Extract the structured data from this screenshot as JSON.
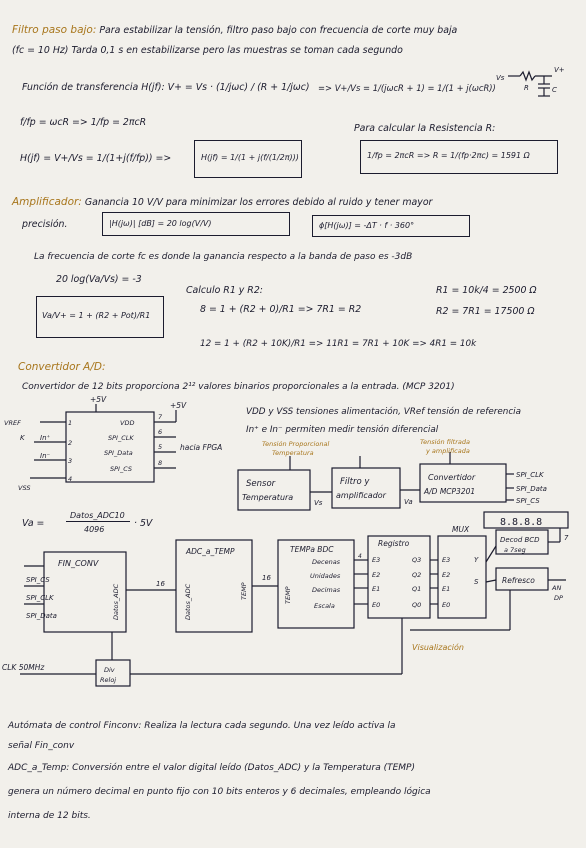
{
  "sections": {
    "filtro": {
      "heading": "Filtro paso bajo:",
      "intro1": "Para estabilizar la tensión, filtro paso bajo con frecuencia de corte muy baja",
      "intro2": "(fc = 10 Hz) Tarda 0,1 s en estabilizarse pero las muestras se toman cada segundo",
      "transfer_label": "Función de transferencia H(jf):",
      "transfer_eq": "V+ = Vs · (1/jωc) / (R + 1/jωc)",
      "transfer_eq2": "=> V+/Vs = 1/(jωcR + 1) = 1/(1 + j(ωcR))",
      "w_eq": "f/fp = ωcR => 1/fp = 2πcR",
      "h_eq": "H(jf) = V+/Vs = 1/(1+j(f/fp)) =>",
      "h_box": "H(jf) = 1/(1 + j(f/(1/2π)))",
      "calc_r_label": "Para calcular la Resistencia R:",
      "r_box": "1/fp = 2πcR => R = 1/(fp·2πc) = 1591 Ω",
      "rc_labels": [
        "Vs",
        "R",
        "C",
        "V+"
      ]
    },
    "amplificador": {
      "heading": "Amplificador:",
      "intro1": "Ganancia 10 V/V para minimizar los errores debido al ruido y tener mayor",
      "intro2": "precisión.",
      "gain_box": "|H(jω)| [dB] = 20 log(V/V)",
      "phase_box": "ϕ[H(jω)] = -ΔT · f · 360°",
      "freq_note": "La frecuencia de corte fc es donde la ganancia respecto a la banda de paso es -3dB",
      "log_eq": "20 log(Va/Vs) = -3",
      "va_box": "Va/V+ = 1 + (R2 + Pot)/R1",
      "calc_label": "Calculo R1 y R2:",
      "eq1": "8 = 1 + (R2 + 0)/R1 => 7R1 = R2",
      "eq2": "12 = 1 + (R2 + 10K)/R1 => 11R1 = 7R1 + 10K => 4R1 = 10k",
      "r1": "R1 = 10k/4 = 2500 Ω",
      "r2": "R2 = 7R1 = 17500 Ω"
    },
    "convertidor": {
      "heading": "Convertidor A/D:",
      "intro": "Convertidor de 12 bits proporciona 2¹² valores binarios proporcionales a la entrada. (MCP 3201)",
      "notes": [
        "VDD y VSS tensiones alimentación, VRef tensión de referencia",
        "In⁺ e In⁻ permiten medir tensión diferencial"
      ],
      "formula_lhs": "Va =",
      "formula_num": "Datos_ADC10",
      "formula_den": "4096",
      "formula_tail": "· 5V"
    },
    "footer": {
      "p1a": "Autómata de control Finconv: Realiza la lectura cada segundo. Una vez leído activa la",
      "p1b": "señal Fin_conv",
      "p2a": "ADC_a_Temp: Conversión entre el valor digital leído (Datos_ADC) y la Temperatura (TEMP)",
      "p2b": "genera un número decimal en punto fijo con 10 bits enteros y 6 decimales, empleando lógica",
      "p2c": "interna de 12 bits."
    }
  },
  "chip": {
    "supply_top": "+5V",
    "supply_right": "+5V",
    "pins_left": [
      {
        "n": "1",
        "label": "VREF"
      },
      {
        "n": "2",
        "label": "In⁺"
      },
      {
        "n": "3",
        "label": "In⁻"
      },
      {
        "n": "4",
        "label": "VSS"
      }
    ],
    "pins_right": [
      {
        "n": "7",
        "label": "VDD"
      },
      {
        "n": "6",
        "label": "SPI_CLK"
      },
      {
        "n": "5",
        "label": "SPI_Data"
      },
      {
        "n": "8",
        "label": "SPI_CS"
      }
    ],
    "fpga_note": "hacia FPGA",
    "k_label": "K",
    "vss_label": "VSS"
  },
  "signal_chain": {
    "sensor": [
      "Sensor",
      "Temperatura"
    ],
    "filter": [
      "Filtro y",
      "amplificador"
    ],
    "adc": [
      "Convertidor",
      "A/D MCP3201"
    ],
    "note_sensor": [
      "Tensión Proporcional",
      "Temperatura"
    ],
    "note_filter": [
      "Tensión filtrada",
      "y amplificada"
    ],
    "vs": "Vs",
    "va": "Va",
    "spi": [
      "SPI_CLK",
      "SPI_Data",
      "SPI_CS"
    ]
  },
  "block_diagram": {
    "fin_conv": {
      "title": "FIN_CONV",
      "ports": [
        "SPI_CS",
        "SPI_CLK",
        "SPI_Data"
      ],
      "out": "Datos_ADC"
    },
    "bus_16": "16",
    "adc_temp": {
      "title": "ADC_a_TEMP",
      "in": "Datos_ADC",
      "out": "TEMP"
    },
    "temp_bdc": {
      "title": "TEMPa BDC",
      "in": "TEMP",
      "rows": [
        "Decenas",
        "Unidades",
        "Decimas",
        "Escala"
      ]
    },
    "registro": {
      "title": "Registro",
      "ins": [
        "E3",
        "E2",
        "E1",
        "E0"
      ],
      "outs": [
        "Q3",
        "Q2",
        "Q1",
        "Q0"
      ]
    },
    "mux": {
      "title": "MUX",
      "ins": [
        "E3",
        "E2",
        "E1",
        "E0"
      ],
      "y": "Y",
      "s": "S"
    },
    "decod": {
      "title": "Decod BCD",
      "sub": "a 7seg",
      "bus": "7"
    },
    "refresco": {
      "title": "Refresco",
      "an": "AN",
      "dp": "DP"
    },
    "display": "8.8.8.8",
    "div": [
      "Div",
      "Reloj"
    ],
    "clk": "CLK 50MHz",
    "visualizacion": "Visualización",
    "bus_4": "4"
  }
}
